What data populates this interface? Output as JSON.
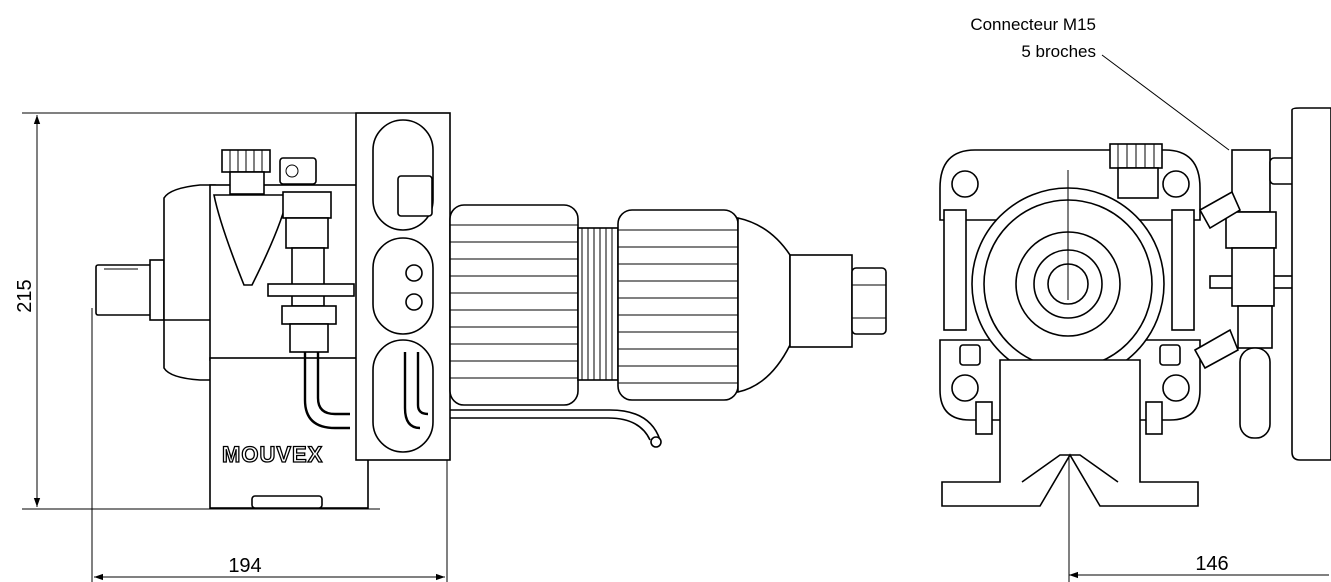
{
  "callout": {
    "line1": "Connecteur M15",
    "line2": "5 broches"
  },
  "dimensions": {
    "height": "215",
    "side_width": "194",
    "front_width": "146"
  },
  "logo": {
    "text": "MOUVEX"
  }
}
